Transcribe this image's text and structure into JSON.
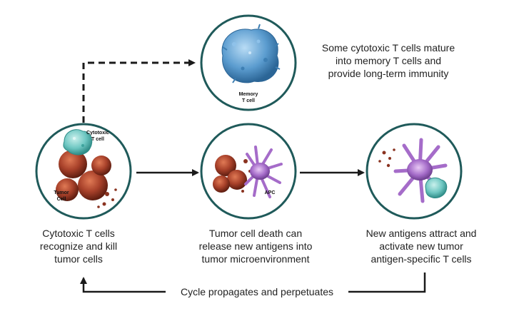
{
  "colors": {
    "circle_fill": "#ffffff",
    "circle_stroke": "#1f5a5a",
    "arrow": "#1a1a1a",
    "tumor": "#a8412a",
    "tcell": "#6ec7c2",
    "memory": "#5b9ccf",
    "apc": "#a56cc9"
  },
  "memory": {
    "cell_label_line1": "Memory",
    "cell_label_line2": "T cell",
    "caption_lines": [
      "Some cytotoxic T cells mature",
      "into memory T cells and",
      "provide long-term immunity"
    ]
  },
  "stage1": {
    "cell_label_line1": "Cytotoxic",
    "cell_label_line2": "T cell",
    "tumor_label_line1": "Tumor",
    "tumor_label_line2": "Cell",
    "caption_lines": [
      "Cytotoxic T cells",
      "recognize and kill",
      "tumor cells"
    ]
  },
  "stage2": {
    "apc_label": "APC",
    "caption_lines": [
      "Tumor cell death can",
      "release new antigens into",
      "tumor microenvironment"
    ]
  },
  "stage3": {
    "caption_lines": [
      "New antigens attract and",
      "activate new tumor",
      "antigen-specific T cells"
    ]
  },
  "cycle": {
    "label": "Cycle propagates and perpetuates"
  }
}
